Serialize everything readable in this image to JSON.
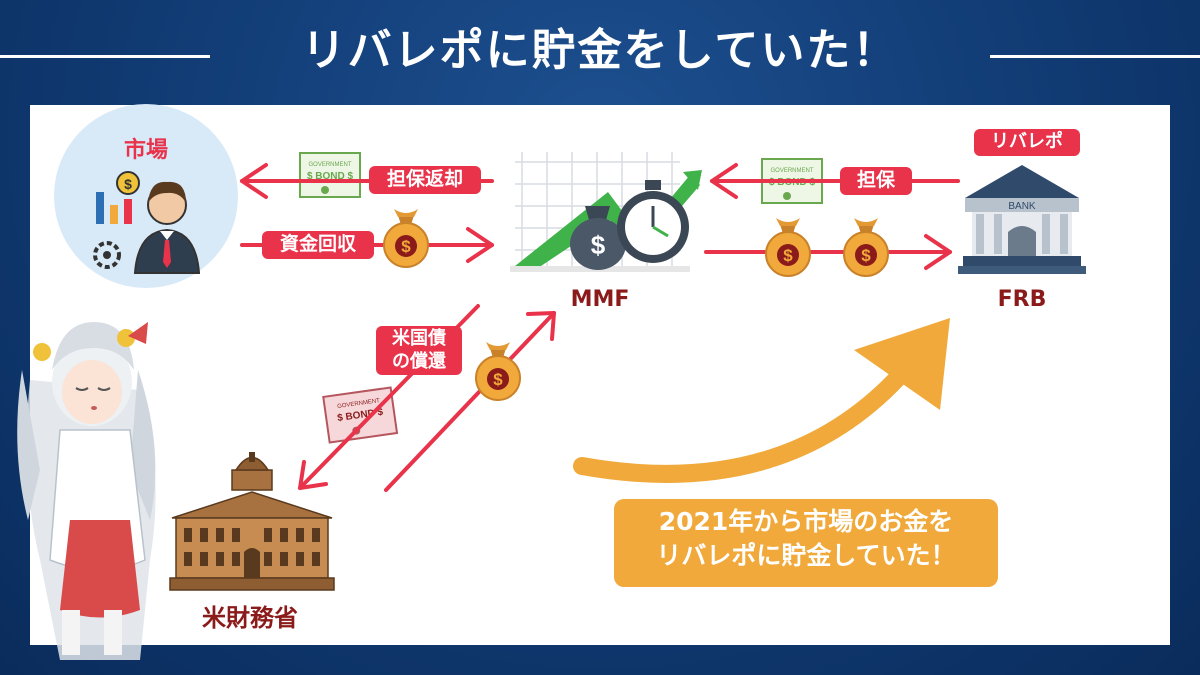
{
  "title": "リバレポに貯金をしていた！",
  "nodes": {
    "market": "市場",
    "mmf": "MMF",
    "frb": "FRB",
    "treasury": "米財務省",
    "reverse_repo": "リバレポ"
  },
  "flows": {
    "collateral_return": "担保返却",
    "fund_recovery": "資金回収",
    "collateral": "担保",
    "treasury_redemption_1": "米国債",
    "treasury_redemption_2": "の償還"
  },
  "bond_text": {
    "government": "GOVERNMENT",
    "bond": "$ BOND $"
  },
  "bank_text": "BANK",
  "callout": {
    "line1": "2021年から市場のお金を",
    "line2": "リバレポに貯金していた！"
  },
  "colors": {
    "arrow": "#e8334a",
    "gold": "#f0a93a",
    "navy": "#103a72",
    "bag": "#f0a93a",
    "dark_red": "#8b1a1a"
  }
}
